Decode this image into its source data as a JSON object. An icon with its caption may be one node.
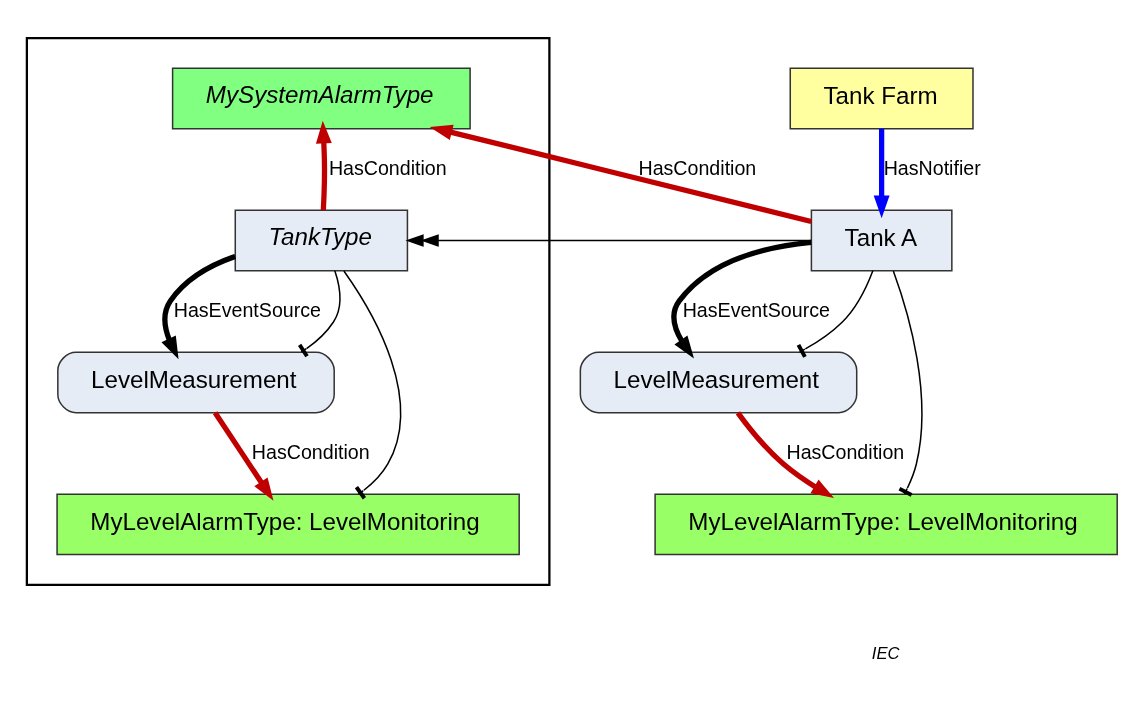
{
  "diagram": {
    "nodes": [
      {
        "text": [],
        "shape": "box"
      },
      {
        "text": [
          "MySystemAlarmType"
        ],
        "in": 0
      },
      {
        "text": [
          "TankType"
        ],
        "in": 0
      },
      {
        "text": [
          "LevelMeasurement"
        ],
        "in": 0
      },
      {
        "text": [
          "MyLevelAlarmType: LevelMonitoring"
        ],
        "in": 0
      },
      {
        "text": [
          "Tank Farm"
        ]
      },
      {
        "text": [
          "Tank A"
        ]
      },
      {
        "text": [
          "LevelMeasurement"
        ]
      },
      {
        "text": [
          "MyLevelAlarmType: LevelMonitoring"
        ]
      }
    ],
    "edges": [
      {
        "from": 2,
        "to": 1,
        "arrow": "to",
        "label": "HasCondition",
        "color": "#c00000"
      },
      {
        "from": 6,
        "to": 1,
        "arrow": "to",
        "label": "HasCondition",
        "color": "#c00000"
      },
      {
        "from": 5,
        "to": 6,
        "arrow": "to",
        "label": "HasNotifier",
        "color": "#0000ff"
      },
      {
        "from": 6,
        "to": 2,
        "arrow": "to"
      },
      {
        "from": 2,
        "to": 3,
        "arrow": "to",
        "label": "HasEventSource"
      },
      {
        "from": 2,
        "to": 3,
        "arrow": "other"
      },
      {
        "from": 2,
        "to": 4,
        "arrow": "other"
      },
      {
        "from": 3,
        "to": 4,
        "arrow": "to",
        "label": "HasCondition",
        "color": "#c00000"
      },
      {
        "from": 6,
        "to": 7,
        "arrow": "to",
        "label": "HasEventSource"
      },
      {
        "from": 6,
        "to": 7,
        "arrow": "other"
      },
      {
        "from": 6,
        "to": 8,
        "arrow": "other"
      },
      {
        "from": 7,
        "to": 8,
        "arrow": "to",
        "label": "HasCondition",
        "color": "#c00000"
      }
    ],
    "labels": [
      "IEC"
    ]
  }
}
